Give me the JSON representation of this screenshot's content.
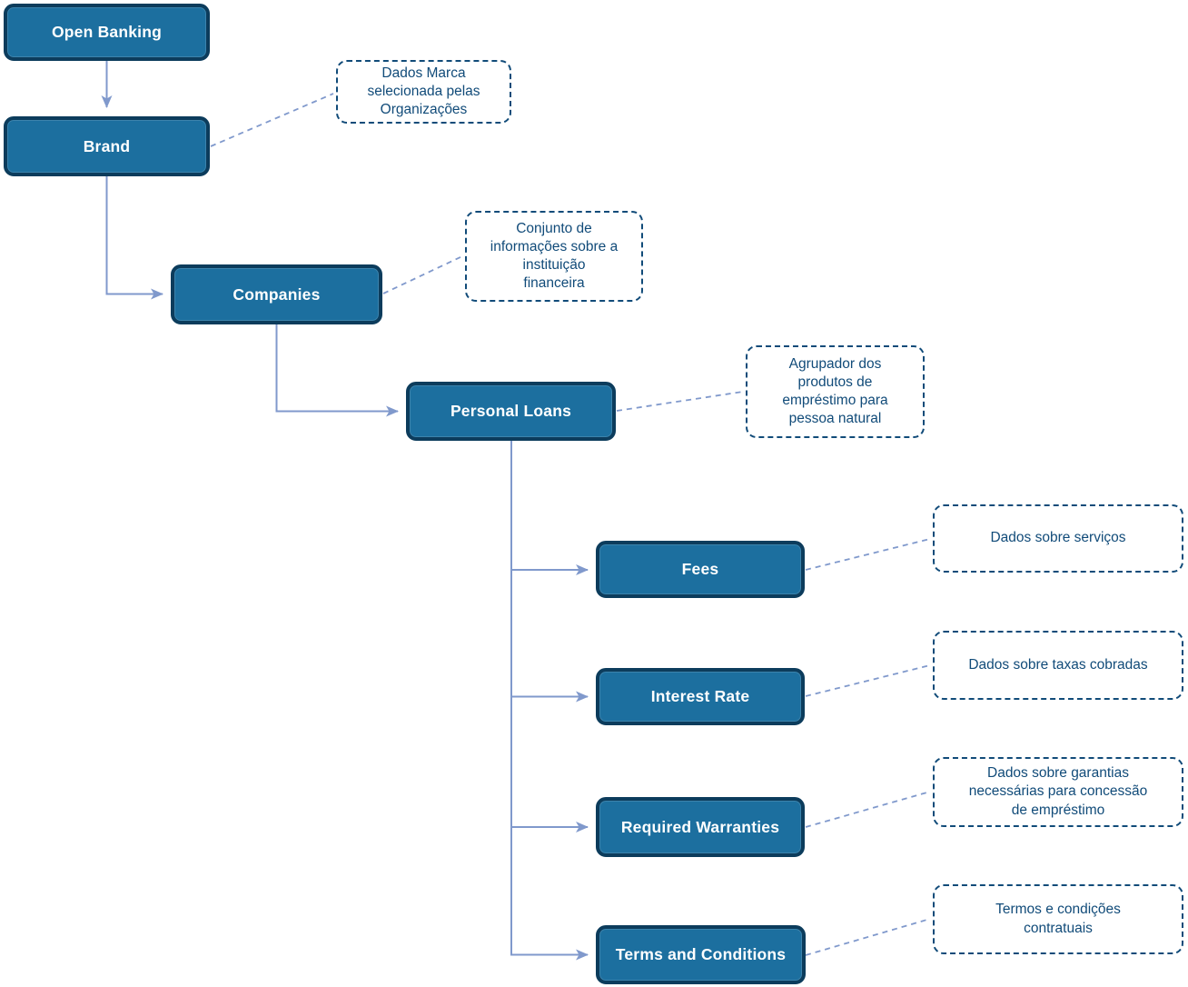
{
  "diagram": {
    "nodes": [
      {
        "id": "open-banking",
        "label": "Open Banking"
      },
      {
        "id": "brand",
        "label": "Brand"
      },
      {
        "id": "companies",
        "label": "Companies"
      },
      {
        "id": "personal-loans",
        "label": "Personal Loans"
      },
      {
        "id": "fees",
        "label": "Fees"
      },
      {
        "id": "interest-rate",
        "label": "Interest Rate"
      },
      {
        "id": "required-warranties",
        "label": "Required Warranties"
      },
      {
        "id": "terms-and-conditions",
        "label": "Terms and Conditions"
      }
    ],
    "annotations": [
      {
        "for": "brand",
        "text": "Dados Marca\nselecionada pelas\nOrganizações"
      },
      {
        "for": "companies",
        "text": "Conjunto de\ninformações sobre a\ninstituição\nfinanceira"
      },
      {
        "for": "personal-loans",
        "text": "Agrupador dos\nprodutos de\nempréstimo para\npessoa natural"
      },
      {
        "for": "fees",
        "text": "Dados sobre serviços"
      },
      {
        "for": "interest-rate",
        "text": "Dados sobre taxas cobradas"
      },
      {
        "for": "required-warranties",
        "text": "Dados sobre garantias\nnecessárias para concessão\nde empréstimo"
      },
      {
        "for": "terms-and-conditions",
        "text": "Termos e condições\ncontratuais"
      }
    ],
    "colors": {
      "node_fill": "#1C6F9F",
      "node_border": "#0C3C5C",
      "node_text": "#FFFFFF",
      "connector": "#8099CC",
      "annotation_border": "#114B79",
      "annotation_text": "#114B79"
    }
  }
}
